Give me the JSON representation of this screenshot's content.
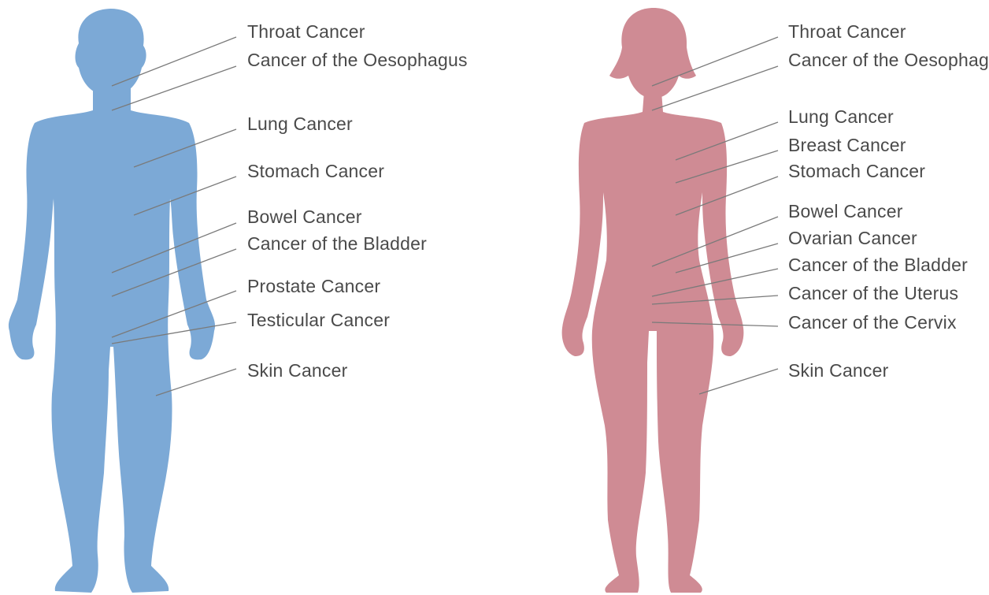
{
  "colors": {
    "male_body": "#7ca9d6",
    "female_body": "#cf8b94",
    "leader_line": "#7a7a7a",
    "label_text": "#4a4a4a"
  },
  "figures": {
    "male": {
      "labels": [
        "Throat Cancer",
        "Cancer of the Oesophagus",
        "Lung Cancer",
        "Stomach Cancer",
        "Bowel Cancer",
        "Cancer of the Bladder",
        "Prostate Cancer",
        "Testicular Cancer",
        "Skin Cancer"
      ]
    },
    "female": {
      "labels": [
        "Throat Cancer",
        "Cancer of the Oesophagus",
        "Lung Cancer",
        "Breast Cancer",
        "Stomach Cancer",
        "Bowel Cancer",
        "Ovarian Cancer",
        "Cancer of the Bladder",
        "Cancer of the Uterus",
        "Cancer of the Cervix",
        "Skin Cancer"
      ]
    }
  }
}
